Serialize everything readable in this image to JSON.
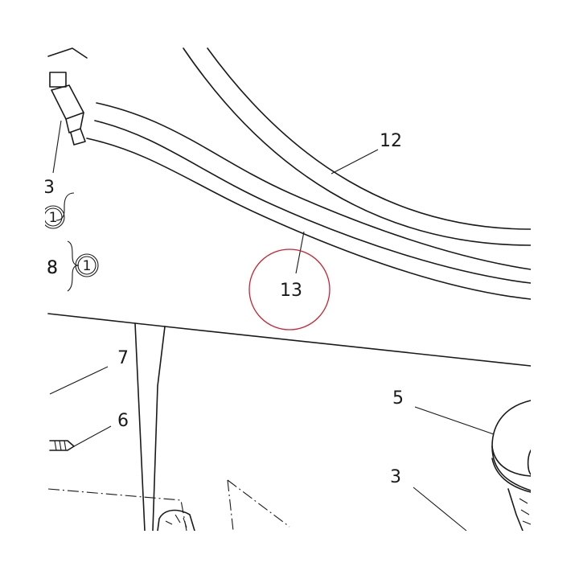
{
  "callouts": {
    "c12": "12",
    "c13": "13",
    "c7": "7",
    "c6": "6",
    "c5": "5",
    "c3": "3",
    "c8": "8",
    "c3_partial": "3",
    "circled_1_top": "1",
    "circled_1_side": "1"
  },
  "highlight": {
    "target": "13",
    "color": "#cc2233"
  }
}
